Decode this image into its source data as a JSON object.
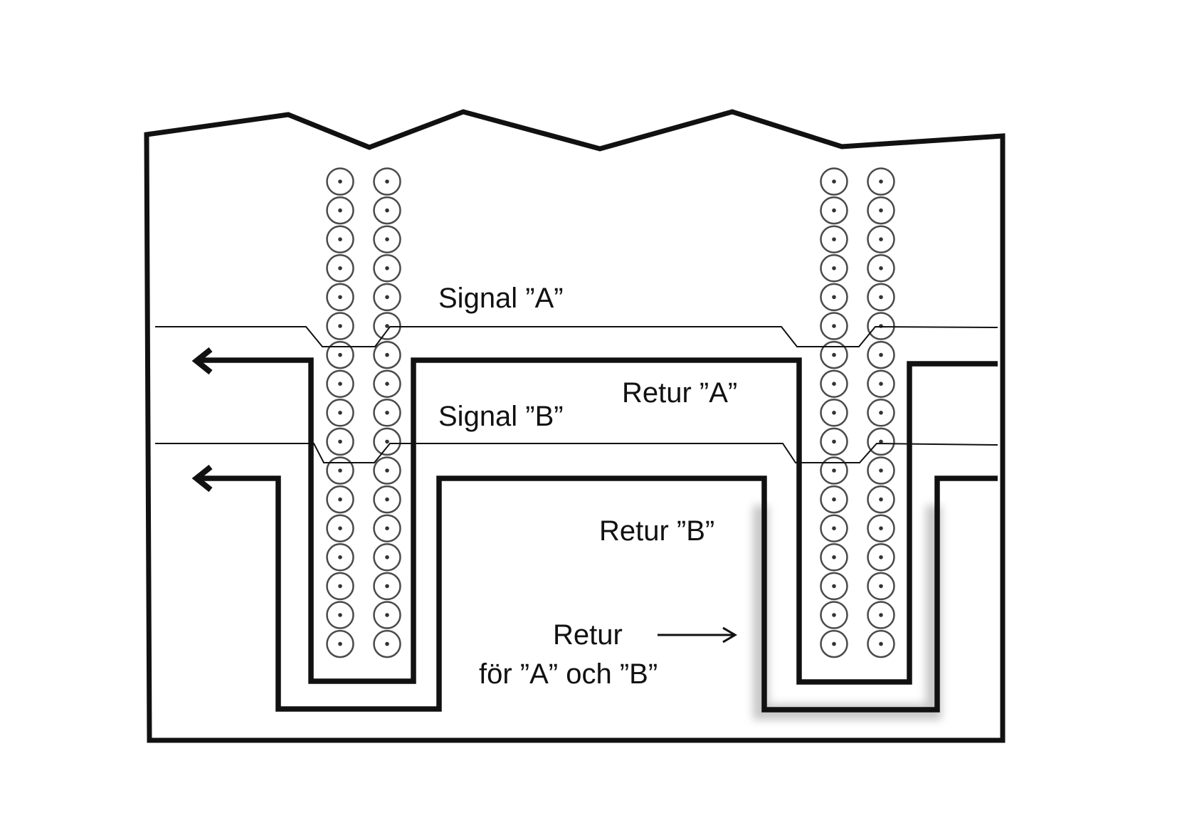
{
  "labels": {
    "signal_a": "Signal ”A”",
    "signal_b": "Signal ”B”",
    "return_a": "Retur ”A”",
    "return_b": "Retur ”B”",
    "shared_return_line1": "Retur",
    "shared_return_line2": "för ”A” och ”B”"
  },
  "via_columns": 4,
  "vias_per_column": 17,
  "colors": {
    "ink": "#111111",
    "via": "#4a4a4a",
    "shadow": "#9a9a9a"
  }
}
